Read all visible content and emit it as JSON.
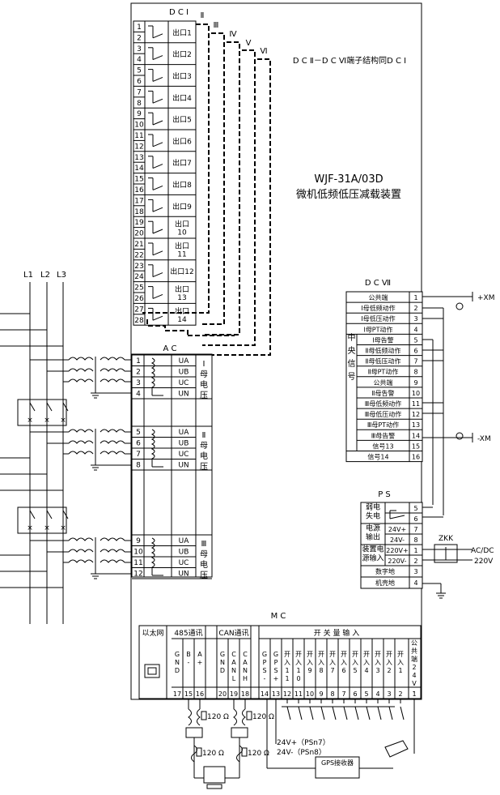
{
  "device": {
    "model": "WJF-31A/03D",
    "name": "微机低频低压减载装置"
  },
  "dc1": {
    "title": "D C Ⅰ",
    "roman": [
      "Ⅱ",
      "Ⅲ",
      "Ⅳ",
      "Ⅴ",
      "Ⅵ"
    ],
    "note": "D C Ⅱ－D C Ⅵ端子结构同D C Ⅰ",
    "terminals": [
      "1",
      "2",
      "3",
      "4",
      "5",
      "6",
      "7",
      "8",
      "9",
      "10",
      "11",
      "12",
      "13",
      "14",
      "15",
      "16",
      "17",
      "18",
      "19",
      "20",
      "21",
      "22",
      "23",
      "24",
      "25",
      "26",
      "27",
      "28"
    ],
    "outputs": [
      "出口1",
      "出口2",
      "出口3",
      "出口4",
      "出口5",
      "出口6",
      "出口7",
      "出口8",
      "出口9",
      "出口\n10",
      "出口\n11",
      "出口12",
      "出口\n13",
      "出口\n14"
    ]
  },
  "ac": {
    "title": "A C",
    "lines": [
      "L1",
      "L2",
      "L3"
    ],
    "groups": [
      {
        "terminals": [
          "1",
          "2",
          "3",
          "4"
        ],
        "labels": [
          "UA",
          "UB",
          "UC",
          "UN"
        ],
        "name": "Ⅰ母电压"
      },
      {
        "terminals": [
          "5",
          "6",
          "7",
          "8"
        ],
        "labels": [
          "UA",
          "UB",
          "UC",
          "UN"
        ],
        "name": "Ⅱ母电压"
      },
      {
        "terminals": [
          "9",
          "10",
          "11",
          "12"
        ],
        "labels": [
          "UA",
          "UB",
          "UC",
          "UN"
        ],
        "name": "Ⅲ母电压"
      }
    ]
  },
  "dc7": {
    "title": "D C Ⅶ",
    "side_label": "中央信号",
    "rows": [
      {
        "label": "公共端",
        "num": "1"
      },
      {
        "label": "Ⅰ母低频动作",
        "num": "2"
      },
      {
        "label": "Ⅰ母低压动作",
        "num": "3"
      },
      {
        "label": "Ⅰ母PT动作",
        "num": "4"
      },
      {
        "label": "Ⅰ母告警",
        "num": "5"
      },
      {
        "label": "Ⅱ母低频动作",
        "num": "6"
      },
      {
        "label": "Ⅱ母低压动作",
        "num": "7"
      },
      {
        "label": "Ⅱ母PT动作",
        "num": "8"
      },
      {
        "label": "公共端",
        "num": "9"
      },
      {
        "label": "Ⅱ母告警",
        "num": "10"
      },
      {
        "label": "Ⅲ母低频动作",
        "num": "11"
      },
      {
        "label": "Ⅲ母低压动作",
        "num": "12"
      },
      {
        "label": "Ⅲ母PT动作",
        "num": "13"
      },
      {
        "label": "Ⅲ母告警",
        "num": "14"
      },
      {
        "label": "信号13",
        "num": "15"
      },
      {
        "label": "信号14",
        "num": "16"
      }
    ],
    "plus_xm": "+XM",
    "minus_xm": "-XM"
  },
  "ps": {
    "title": "P S",
    "weak_power_loss": "弱电失电",
    "power_out": "电源输出",
    "device_power_in": "装置电源输入",
    "rows": [
      {
        "label": "",
        "num": "5"
      },
      {
        "label": "",
        "num": "6"
      },
      {
        "label": "24V+",
        "num": "7"
      },
      {
        "label": "24V-",
        "num": "8"
      },
      {
        "label": "220V+",
        "num": "1"
      },
      {
        "label": "220V-",
        "num": "2"
      },
      {
        "label": "数字地",
        "num": "3"
      },
      {
        "label": "机壳地",
        "num": "4"
      }
    ],
    "zkk": "ZKK",
    "acdc": "AC/DC",
    "v220": "220V"
  },
  "mc": {
    "title": "M C",
    "ethernet": "以太网",
    "rs485": "485通讯",
    "can": "CAN通讯",
    "switch_input": "开 关 量 输 入",
    "cols": [
      {
        "label": "GND",
        "num": "17"
      },
      {
        "label": "B-",
        "num": "15"
      },
      {
        "label": "A+",
        "num": "16"
      },
      {
        "label": "GND",
        "num": "20"
      },
      {
        "label": "CANL",
        "num": "19"
      },
      {
        "label": "CANH",
        "num": "18"
      },
      {
        "label": "GPS-",
        "num": "14"
      },
      {
        "label": "GPS+",
        "num": "13"
      },
      {
        "label": "开入11",
        "num": "12"
      },
      {
        "label": "开入10",
        "num": "11"
      },
      {
        "label": "开入9",
        "num": "10"
      },
      {
        "label": "开入8",
        "num": "9"
      },
      {
        "label": "开入7",
        "num": "8"
      },
      {
        "label": "开入6",
        "num": "7"
      },
      {
        "label": "开入5",
        "num": "6"
      },
      {
        "label": "开入4",
        "num": "5"
      },
      {
        "label": "开入3",
        "num": "4"
      },
      {
        "label": "开入2",
        "num": "3"
      },
      {
        "label": "开入1",
        "num": "2"
      },
      {
        "label": "公共端24V-",
        "num": "1"
      }
    ],
    "r120": "120 Ω",
    "psn7": "24V+（PSn7）",
    "psn8": "24V-（PSn8）",
    "gps_receiver": "GPS接收器"
  }
}
